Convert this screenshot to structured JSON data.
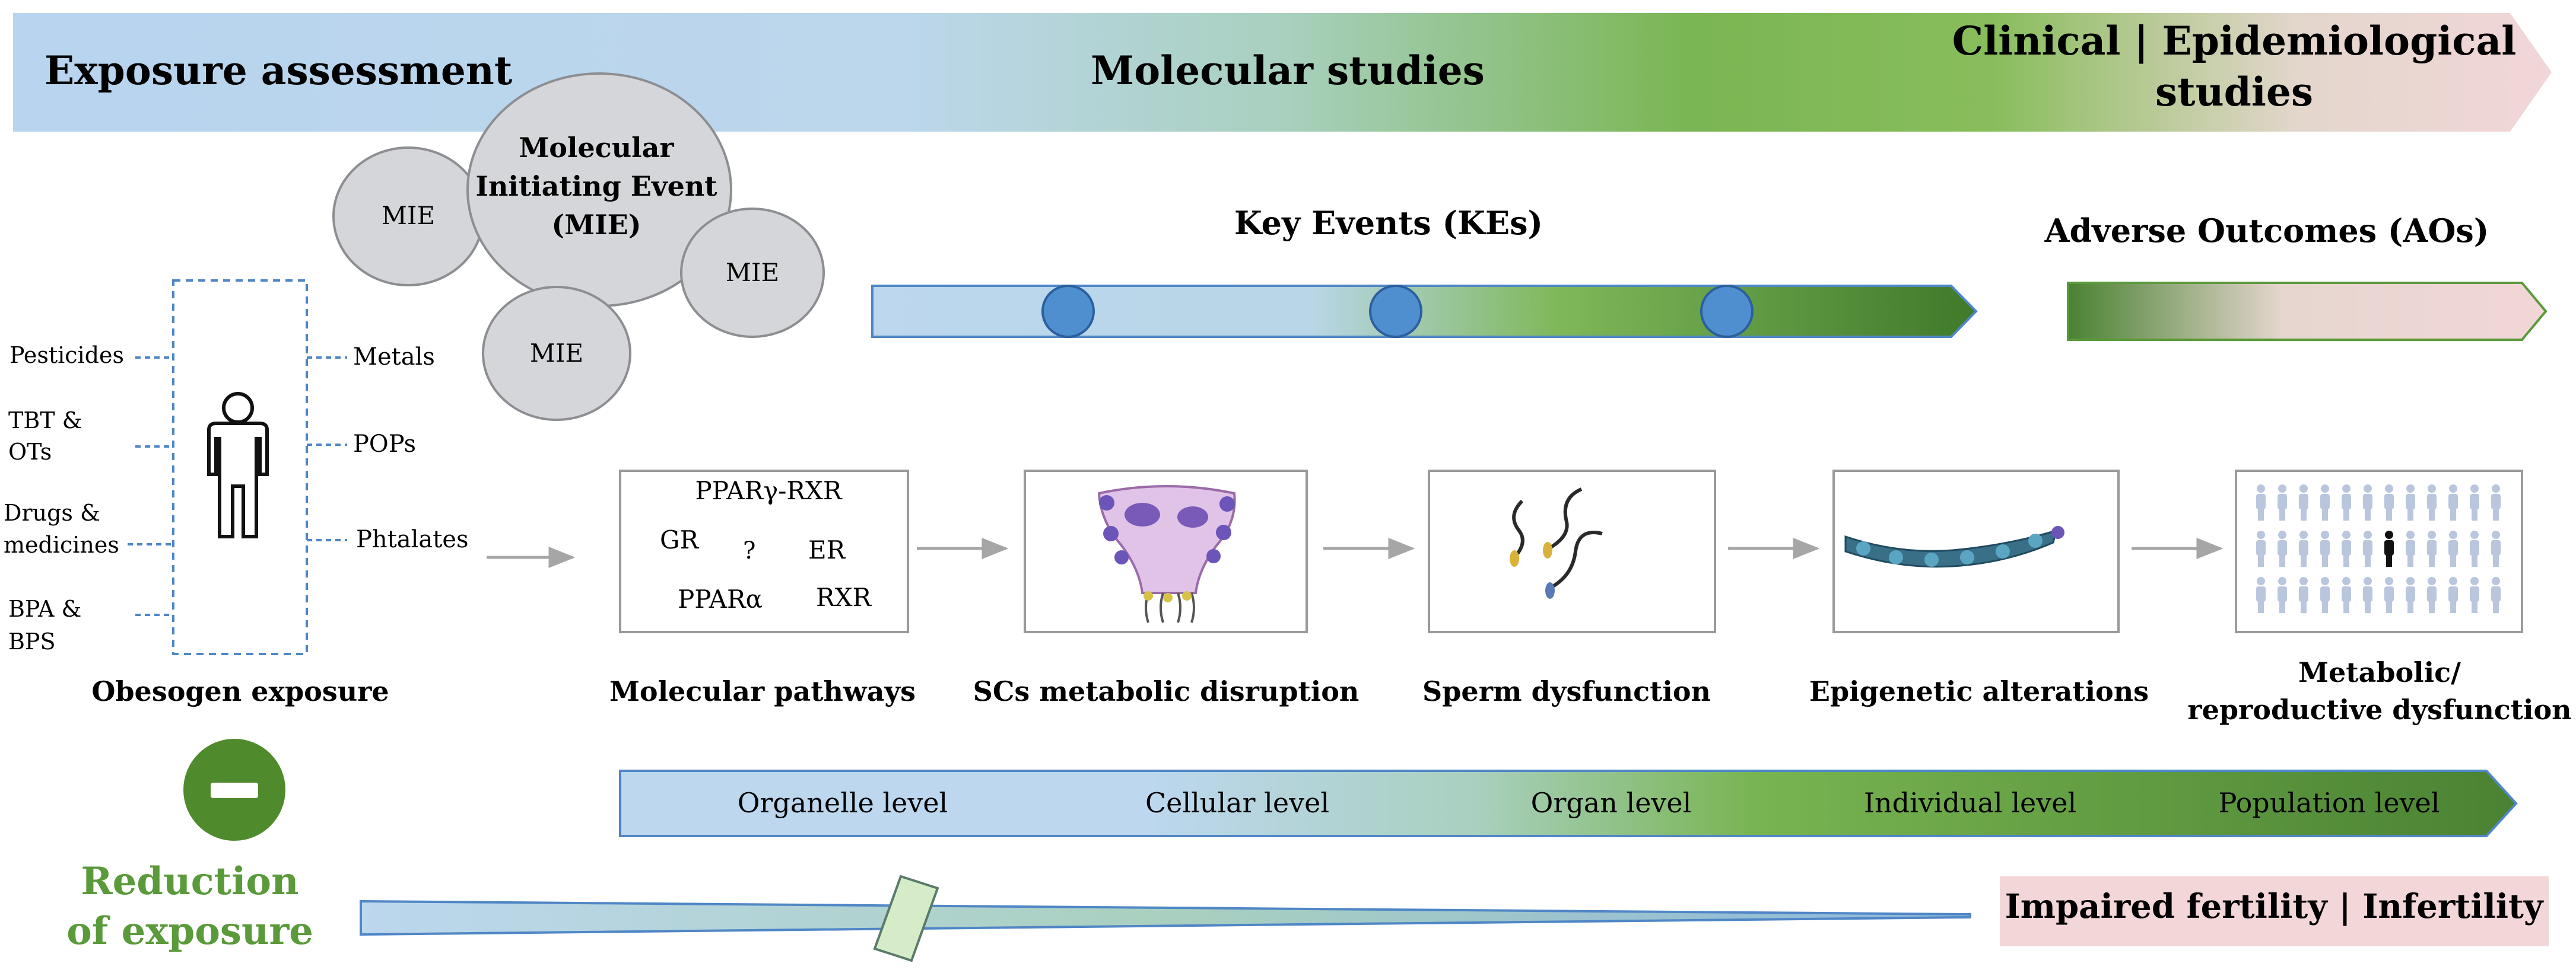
{
  "header": {
    "left": "Exposure assessment",
    "middle": "Molecular studies",
    "right_line1": "Clinical  |  Epidemiological",
    "right_line2": "studies"
  },
  "mie": {
    "main_line1": "Molecular",
    "main_line2": "Initiating Event",
    "main_line3": "(MIE)",
    "small_1": "MIE",
    "small_2": "MIE",
    "small_3": "MIE"
  },
  "key_events": {
    "title": "Key Events (KEs)",
    "markers": 3
  },
  "adverse_outcomes": {
    "title": "Adverse Outcomes (AOs)"
  },
  "obesogens": {
    "left": [
      "Pesticides",
      "TBT &",
      "OTs",
      "Drugs &",
      "medicines",
      "BPA &",
      "BPS"
    ],
    "right": [
      "Metals",
      "POPs",
      "Phtalates"
    ],
    "caption": "Obesogen exposure"
  },
  "pathways": {
    "labels": [
      "PPARγ-RXR",
      "GR",
      "?",
      "ER",
      "PPARα",
      "RXR"
    ],
    "caption": "Molecular pathways"
  },
  "stages": {
    "sertoli": "SCs metabolic disruption",
    "sperm": "Sperm dysfunction",
    "epigenetic": "Epigenetic alterations",
    "metabolic_line1": "Metabolic/",
    "metabolic_line2": "reproductive dysfunction"
  },
  "levels": [
    "Organelle level",
    "Cellular level",
    "Organ level",
    "Individual level",
    "Population level"
  ],
  "reduction": {
    "line1": "Reduction",
    "line2": "of exposure"
  },
  "outcome_box": "Impaired fertility  |  Infertility",
  "colors": {
    "blue": "#bcd7ee",
    "green": "#5a9a3a",
    "dark_green": "#3f7a2a",
    "pink": "#f2d6d8",
    "circle_grey": "#d4d6da",
    "marker_blue": "#4f8fd0"
  }
}
